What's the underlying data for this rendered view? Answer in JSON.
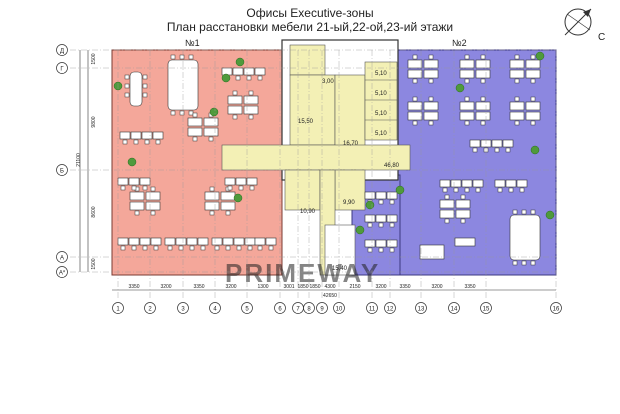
{
  "title": "Офисы Executive-зоны",
  "subtitle": "План расстановки мебели 21-ый,22-ой,23-ий  этажи",
  "compass_label": "С",
  "zones": [
    {
      "label": "№1",
      "color": "#f4a79a"
    },
    {
      "label": "№2",
      "color": "#8c87e0"
    }
  ],
  "core_color": "#f3f0b5",
  "room_areas": [
    "3,00",
    "5,10",
    "5,10",
    "5,10",
    "5,10",
    "15,50",
    "16,70",
    "46,80",
    "10,90",
    "9,90",
    "15,40"
  ],
  "row_axes": [
    "Д",
    "Г",
    "Б",
    "А",
    "А*"
  ],
  "row_dims": [
    "1500",
    "9800",
    "21100",
    "8600",
    "1500"
  ],
  "col_axes": [
    "1",
    "2",
    "3",
    "4",
    "5",
    "6",
    "7",
    "8",
    "9",
    "10",
    "11",
    "12",
    "13",
    "14",
    "15",
    "16"
  ],
  "col_dims": [
    "3350",
    "3200",
    "3350",
    "3200",
    "1300",
    "3001",
    "1850",
    "1850",
    "4300",
    "2150",
    "3200",
    "3350",
    "3200",
    "3350"
  ],
  "total_dim": "42650",
  "watermark": "PRIMEWAY"
}
